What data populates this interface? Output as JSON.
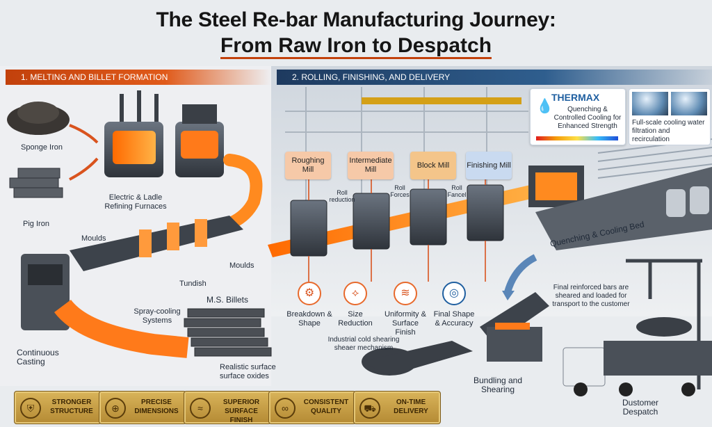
{
  "title": {
    "line1": "The Steel Re-bar Manufacturing Journey:",
    "line2": "From Raw Iron to Despatch"
  },
  "sections": {
    "s1": "1. MELTING AND BILLET FORMATION",
    "s2": "2. ROLLING, FINISHING, AND DELIVERY"
  },
  "stage1": {
    "sponge_iron": "Sponge Iron",
    "pig_iron": "Pig Iron",
    "furnaces": "Electric & Ladle Refining Furnaces",
    "moulds_top": "Moulds",
    "moulds_right": "Moulds",
    "tundish": "Tundish",
    "billets": "M.S. Billets",
    "spray": "Spray-cooling Systems",
    "continuous": "Continuous Casting",
    "oxides": "Realistic surface surface oxides"
  },
  "mills": [
    {
      "name": "Roughing Mill",
      "color": "#f6c9a8"
    },
    {
      "name": "Intermediate Mill",
      "color": "#f6c9a8"
    },
    {
      "name": "Block Mill",
      "color": "#f4c58a"
    },
    {
      "name": "Finishing Mill",
      "color": "#c9daf0"
    }
  ],
  "roll_notes": {
    "n1": "Roll reduction",
    "n2": "Roll Forces",
    "n3": "Roll Fancel"
  },
  "steps": [
    {
      "label": "Breakdown & Shape",
      "icon": "gear-icon",
      "glyph": "⚙"
    },
    {
      "label": "Size Reduction",
      "icon": "nodes-icon",
      "glyph": "⟡"
    },
    {
      "label": "Uniformity & Surface Finish",
      "icon": "coil-icon",
      "glyph": "≋"
    },
    {
      "label": "Final Shape & Accuracy",
      "icon": "target-icon",
      "glyph": "◎"
    }
  ],
  "thermax": {
    "title": "THERMAX",
    "desc": "Quenching & Controlled Cooling for Enhanced Strength"
  },
  "filtration": "Full-scale cooling water filtration and recirculation",
  "quench_bed": "Quenching & Cooling Bed",
  "final_note": "Final reinforced bars are sheared and loaded for transport to the customer",
  "shear_note": "Industrial cold shearing sheaer mechanism",
  "bundling": "Bundling and Shearing",
  "despatch": "Dustomer Despatch",
  "badges": [
    {
      "label": "STRONGER STRUCTURE",
      "icon": "shield-icon",
      "glyph": "⛨"
    },
    {
      "label": "PRECISE DIMENSIONS",
      "icon": "crosshair-icon",
      "glyph": "⊕"
    },
    {
      "label": "SUPERIOR SURFACE FINISH",
      "icon": "wave-icon",
      "glyph": "≈"
    },
    {
      "label": "CONSISTENT QUALITY",
      "icon": "link-icon",
      "glyph": "∞"
    },
    {
      "label": "ON-TIME DELIVERY",
      "icon": "truck-icon",
      "glyph": "⛟"
    }
  ]
}
